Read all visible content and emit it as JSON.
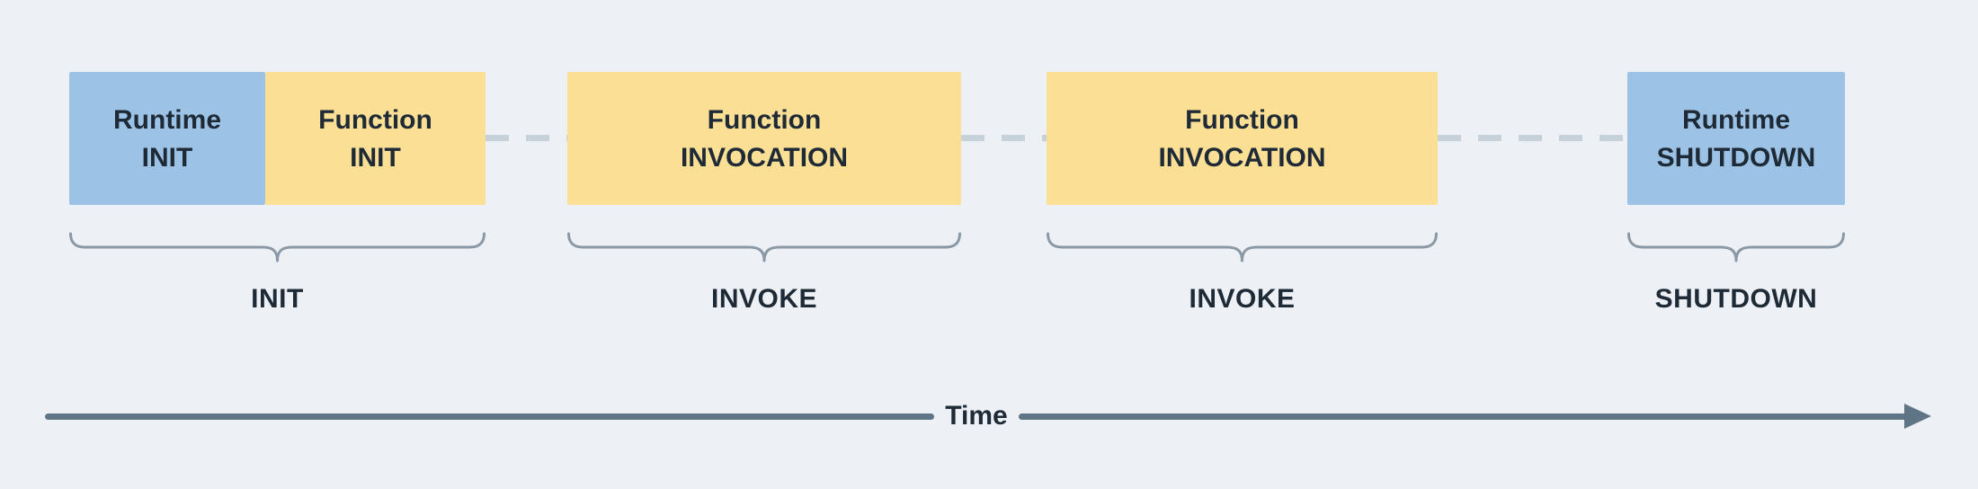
{
  "diagram": {
    "boxes": [
      {
        "line1": "Runtime",
        "line2": "INIT",
        "type": "runtime"
      },
      {
        "line1": "Function",
        "line2": "INIT",
        "type": "function"
      },
      {
        "line1": "Function",
        "line2": "INVOCATION",
        "type": "function"
      },
      {
        "line1": "Function",
        "line2": "INVOCATION",
        "type": "function"
      },
      {
        "line1": "Runtime",
        "line2": "SHUTDOWN",
        "type": "runtime"
      }
    ],
    "phases": [
      {
        "label": "INIT"
      },
      {
        "label": "INVOKE"
      },
      {
        "label": "INVOKE"
      },
      {
        "label": "SHUTDOWN"
      }
    ],
    "axis": {
      "label": "Time"
    },
    "colors": {
      "background": "#edf1f5",
      "runtime_box": "#9cc3e6",
      "function_box": "#fbdf94",
      "text": "#1f2a37",
      "connector": "#c7d1da",
      "brace": "#8b99a6",
      "axis": "#5f7585"
    }
  }
}
